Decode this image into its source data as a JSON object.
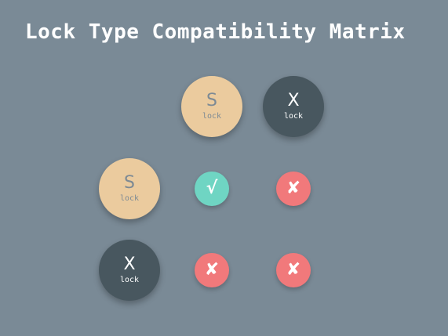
{
  "title": "Lock Type Compatibility Matrix",
  "locks": {
    "shared": {
      "letter": "S",
      "word": "lock"
    },
    "exclusive": {
      "letter": "X",
      "word": "lock"
    }
  },
  "cells": {
    "s_s": {
      "glyph": "√",
      "compatible": true
    },
    "s_x": {
      "glyph": "✘",
      "compatible": false
    },
    "x_s": {
      "glyph": "✘",
      "compatible": false
    },
    "x_x": {
      "glyph": "✘",
      "compatible": false
    }
  },
  "colors": {
    "background": "#7a8a96",
    "shared_lock": "#ebcb9e",
    "exclusive_lock": "#48575f",
    "compatible": "#6fd5c3",
    "incompatible": "#f1797b"
  }
}
